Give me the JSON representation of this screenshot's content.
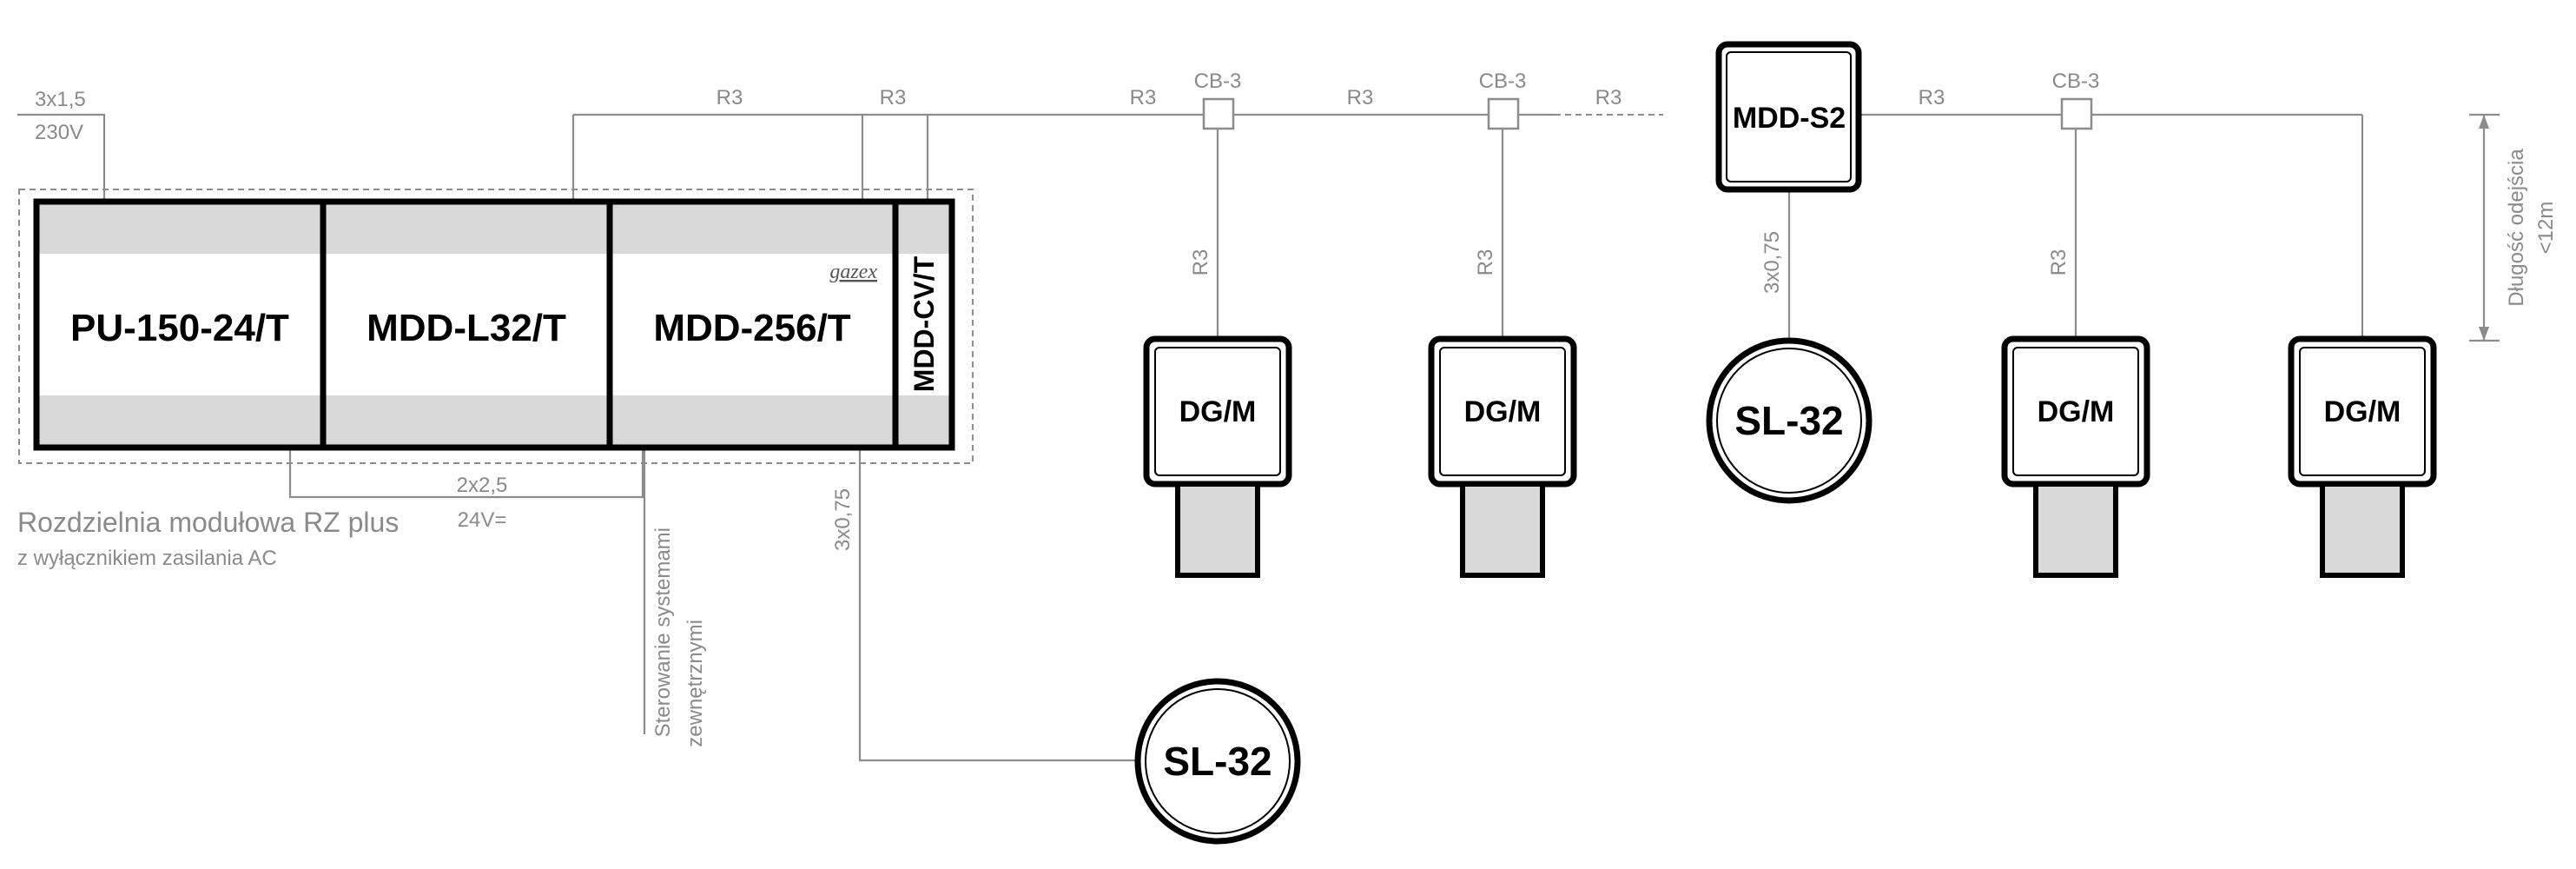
{
  "cabinet": {
    "modules": [
      "PU-150-24/T",
      "MDD-L32/T",
      "MDD-256/T",
      "MDD-CV/T"
    ],
    "brand": "gazex",
    "caption": "Rozdzielnia modułowa RZ plus",
    "subcaption": "z wyłącznikiem zasilania AC"
  },
  "power_input": {
    "cable": "3x1,5",
    "voltage": "230V"
  },
  "internal_bus": {
    "cable": "2x2,5",
    "voltage": "24V="
  },
  "external_control": {
    "line1": "Sterowanie systemami",
    "line2": "zewnętrznymi"
  },
  "bus": {
    "segment_labels": [
      "R3",
      "R3",
      "R3",
      "R3",
      "R3",
      "R3"
    ],
    "junction_labels": [
      "CB-3",
      "CB-3",
      "CB-3"
    ],
    "drop_labels": [
      "R3",
      "R3",
      "R3"
    ]
  },
  "devices": {
    "splitter": "MDD-S2",
    "splitter_cable": "3x0,75",
    "sounder_cable": "3x0,75",
    "sounder_local": "SL-32",
    "sounder_remote": "SL-32",
    "detectors": [
      "DG/M",
      "DG/M",
      "DG/M",
      "DG/M"
    ]
  },
  "dimension": {
    "label": "Długość odejścia",
    "value": "<12m"
  },
  "colors": {
    "line": "#8c8c8c",
    "band": "#d9d9d9",
    "frame": "#000000",
    "text_gray": "#8a8a8a"
  }
}
